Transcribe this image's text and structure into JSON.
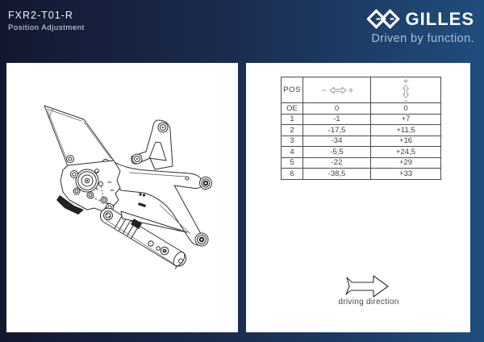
{
  "header": {
    "title": "FXR2-T01-R",
    "subtitle": "Position Adjustment",
    "brand": "GILLES",
    "tagline": "Driven by function."
  },
  "table": {
    "headers": {
      "pos": "POS",
      "horizontal_icon": "horizontal-adjustment-arrow",
      "vertical_icon": "vertical-adjustment-arrow"
    },
    "rows": [
      {
        "pos": "OE",
        "horizontal": "0",
        "vertical": "0"
      },
      {
        "pos": "1",
        "horizontal": "-1",
        "vertical": "+7"
      },
      {
        "pos": "2",
        "horizontal": "-17,5",
        "vertical": "+11,5"
      },
      {
        "pos": "3",
        "horizontal": "-34",
        "vertical": "+16"
      },
      {
        "pos": "4",
        "horizontal": "-5,5",
        "vertical": "+24,5"
      },
      {
        "pos": "5",
        "horizontal": "-22",
        "vertical": "+29"
      },
      {
        "pos": "6",
        "horizontal": "-38,5",
        "vertical": "+33"
      }
    ]
  },
  "footer": {
    "driving_direction_label": "driving direction"
  },
  "diagram": {
    "subject": "rearset-position-adjustment-drawing"
  },
  "colors": {
    "header_gradient_start": "#13182f",
    "header_gradient_end": "#1f4d7c",
    "panel_bg": "#ffffff",
    "brand_text": "#ffffff",
    "tagline_text": "#a3c0dc",
    "table_border": "#4a4a4a",
    "table_text": "#3f3f3f",
    "icon_gray": "#9aa0a6",
    "drawing_stroke": "#2f2f2f"
  }
}
